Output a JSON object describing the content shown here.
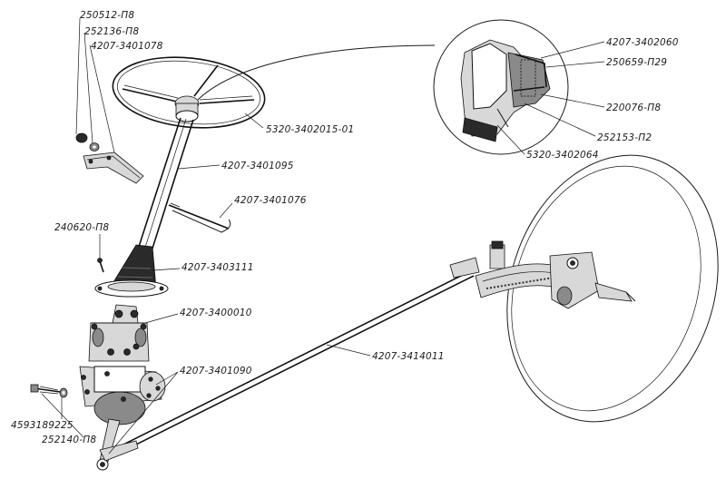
{
  "labels": [
    {
      "id": "p1",
      "text": "250512-П8"
    },
    {
      "id": "p2",
      "text": "252136-П8"
    },
    {
      "id": "p3",
      "text": "4207-3401078"
    },
    {
      "id": "p4",
      "text": "5320-3402015-01"
    },
    {
      "id": "p5",
      "text": "4207-3401095"
    },
    {
      "id": "p6",
      "text": "4207-3401076"
    },
    {
      "id": "p7",
      "text": "240620-П8"
    },
    {
      "id": "p8",
      "text": "4207-3403111"
    },
    {
      "id": "p9",
      "text": "4207-3400010"
    },
    {
      "id": "p10",
      "text": "4207-3401090"
    },
    {
      "id": "p11",
      "text": "4593189225"
    },
    {
      "id": "p12",
      "text": "252140-П8"
    },
    {
      "id": "p13",
      "text": "4207-3414011"
    },
    {
      "id": "p14",
      "text": "4207-3402060"
    },
    {
      "id": "p15",
      "text": "250659-П29"
    },
    {
      "id": "p16",
      "text": "220076-П8"
    },
    {
      "id": "p17",
      "text": "252153-П2"
    },
    {
      "id": "p18",
      "text": "5320-3402064"
    }
  ]
}
